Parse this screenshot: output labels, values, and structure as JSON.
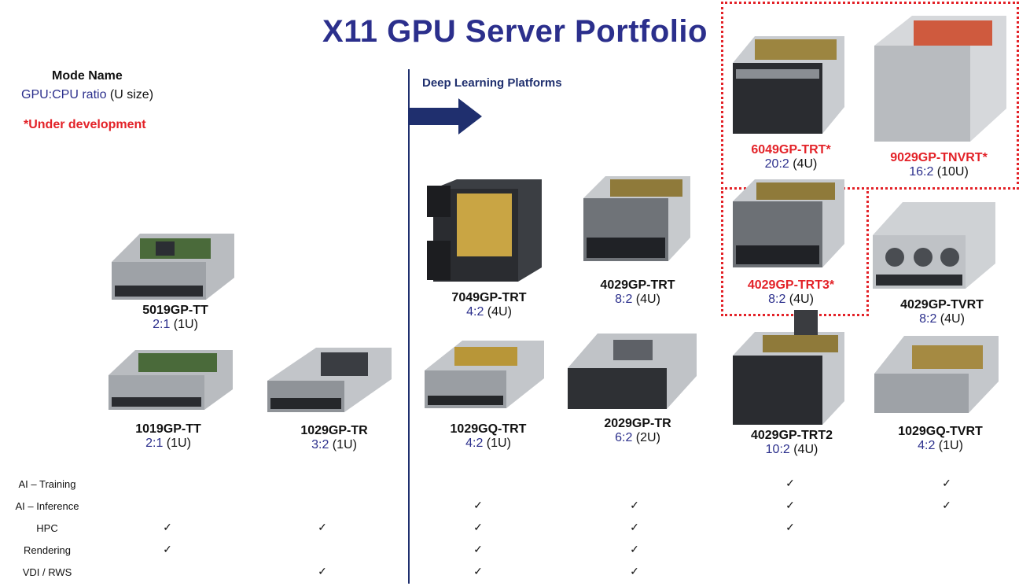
{
  "title": "X11 GPU Server Portfolio",
  "legend": {
    "name_label": "Mode Name",
    "ratio_label": "GPU:CPU ratio",
    "size_label": " (U size)",
    "under_dev": "*Under development"
  },
  "section_label": "Deep Learning Platforms",
  "colors": {
    "title": "#2b2f8c",
    "ratio": "#2b2f8c",
    "highlight": "#e32228",
    "divider": "#1f2f6e"
  },
  "servers": {
    "s5019": {
      "name": "5019GP-TT",
      "ratio": "2:1",
      "size": " (1U)"
    },
    "s1019": {
      "name": "1019GP-TT",
      "ratio": "2:1",
      "size": " (1U)"
    },
    "s1029tr": {
      "name": "1029GP-TR",
      "ratio": "3:2",
      "size": " (1U)"
    },
    "s7049": {
      "name": "7049GP-TRT",
      "ratio": "4:2",
      "size": " (4U)"
    },
    "s4029trt": {
      "name": "4029GP-TRT",
      "ratio": "8:2",
      "size": " (4U)"
    },
    "s1029gqtrt": {
      "name": "1029GQ-TRT",
      "ratio": "4:2",
      "size": " (1U)"
    },
    "s2029": {
      "name": "2029GP-TR",
      "ratio": "6:2",
      "size": " (2U)"
    },
    "s6049": {
      "name": "6049GP-TRT*",
      "ratio": "20:2",
      "size": " (4U)"
    },
    "s9029": {
      "name": "9029GP-TNVRT*",
      "ratio": "16:2",
      "size": " (10U)"
    },
    "s4029trt3": {
      "name": "4029GP-TRT3*",
      "ratio": "8:2",
      "size": " (4U)"
    },
    "s4029tvrt": {
      "name": "4029GP-TVRT",
      "ratio": "8:2",
      "size": " (4U)"
    },
    "s4029trt2": {
      "name": "4029GP-TRT2",
      "ratio": "10:2",
      "size": " (4U)"
    },
    "s1029gqtvrt": {
      "name": "1029GQ-TVRT",
      "ratio": "4:2",
      "size": " (1U)"
    }
  },
  "use_cases": [
    "AI – Training",
    "AI – Inference",
    "HPC",
    "Rendering",
    "VDI / RWS"
  ],
  "check_mark": "✓"
}
